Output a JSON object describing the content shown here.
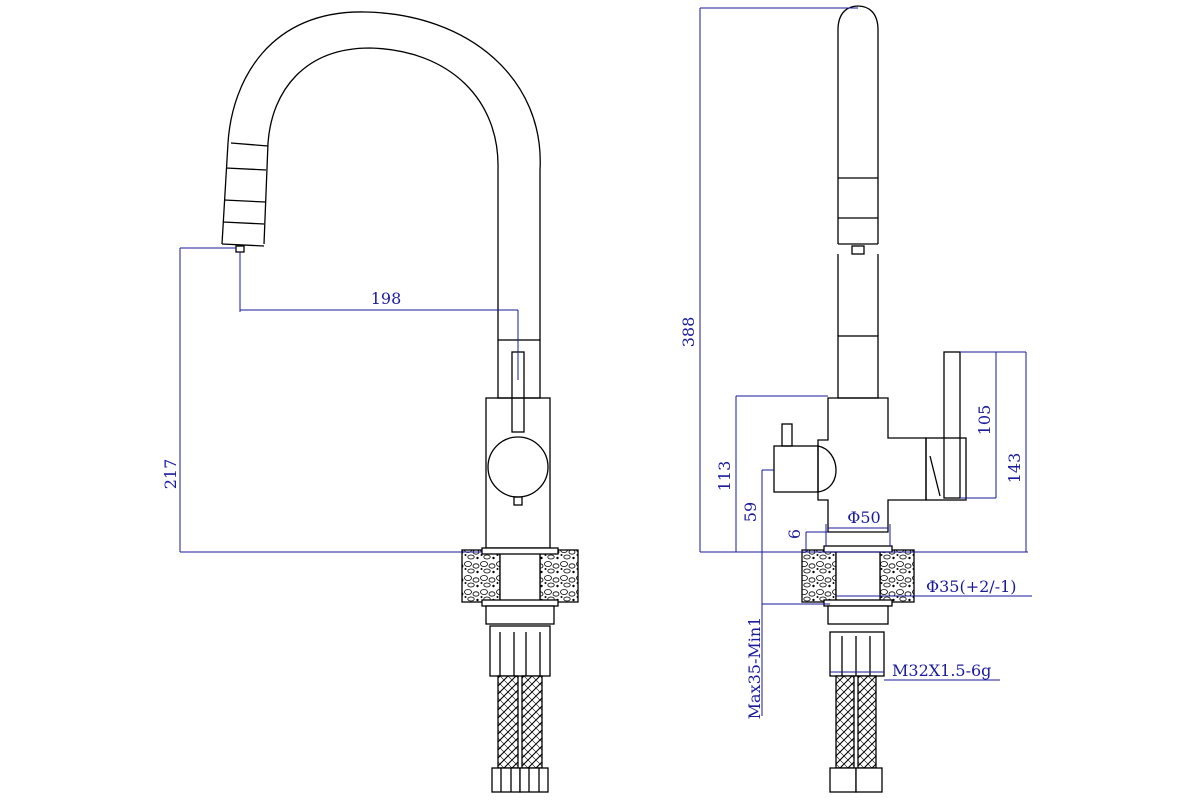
{
  "drawing": {
    "line_color": "#000000",
    "dimension_color": "#1a1a9a",
    "background": "#ffffff"
  },
  "dimensions": {
    "spout_reach": "198",
    "spout_height": "217",
    "total_height": "388",
    "body_height": "113",
    "handle_length": "105",
    "handle_height": "143",
    "knob_height": "59",
    "base_gap": "6",
    "base_diameter": "Φ50",
    "hole_diameter": "Φ35(+2/-1)",
    "thread": "M32X1.5-6g",
    "deck_thickness": "Max35-Min1"
  }
}
